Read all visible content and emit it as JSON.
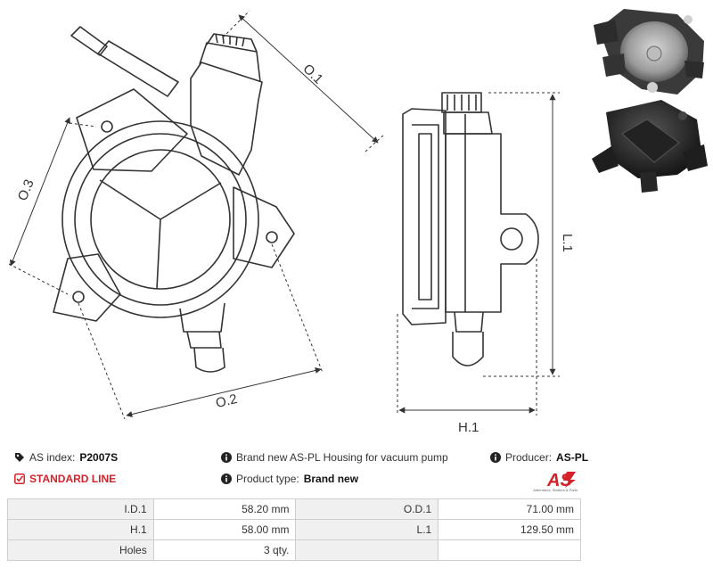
{
  "dimension_labels": {
    "od1": "O.1",
    "od2": "O.2",
    "od3": "O.3",
    "l1": "L.1",
    "h1": "H.1"
  },
  "info": {
    "as_index_label": "AS index:",
    "as_index_value": "P2007S",
    "description": "Brand new AS-PL Housing for vacuum pump",
    "producer_label": "Producer:",
    "producer_value": "AS-PL",
    "standard_line": "STANDARD LINE",
    "product_type_label": "Product type:",
    "product_type_value": "Brand new"
  },
  "logo": {
    "text": "AS",
    "tagline": "Alternators, Starters & Parts",
    "color": "#d3222a"
  },
  "specs": [
    {
      "label1": "I.D.1",
      "value1": "58.20 mm",
      "label2": "O.D.1",
      "value2": "71.00 mm"
    },
    {
      "label1": "H.1",
      "value1": "58.00 mm",
      "label2": "L.1",
      "value2": "129.50 mm"
    },
    {
      "label1": "Holes",
      "value1": "3 qty.",
      "label2": "",
      "value2": ""
    }
  ],
  "colors": {
    "accent_red": "#d3222a",
    "line": "#333333",
    "table_label_bg": "#f0f0f0"
  }
}
